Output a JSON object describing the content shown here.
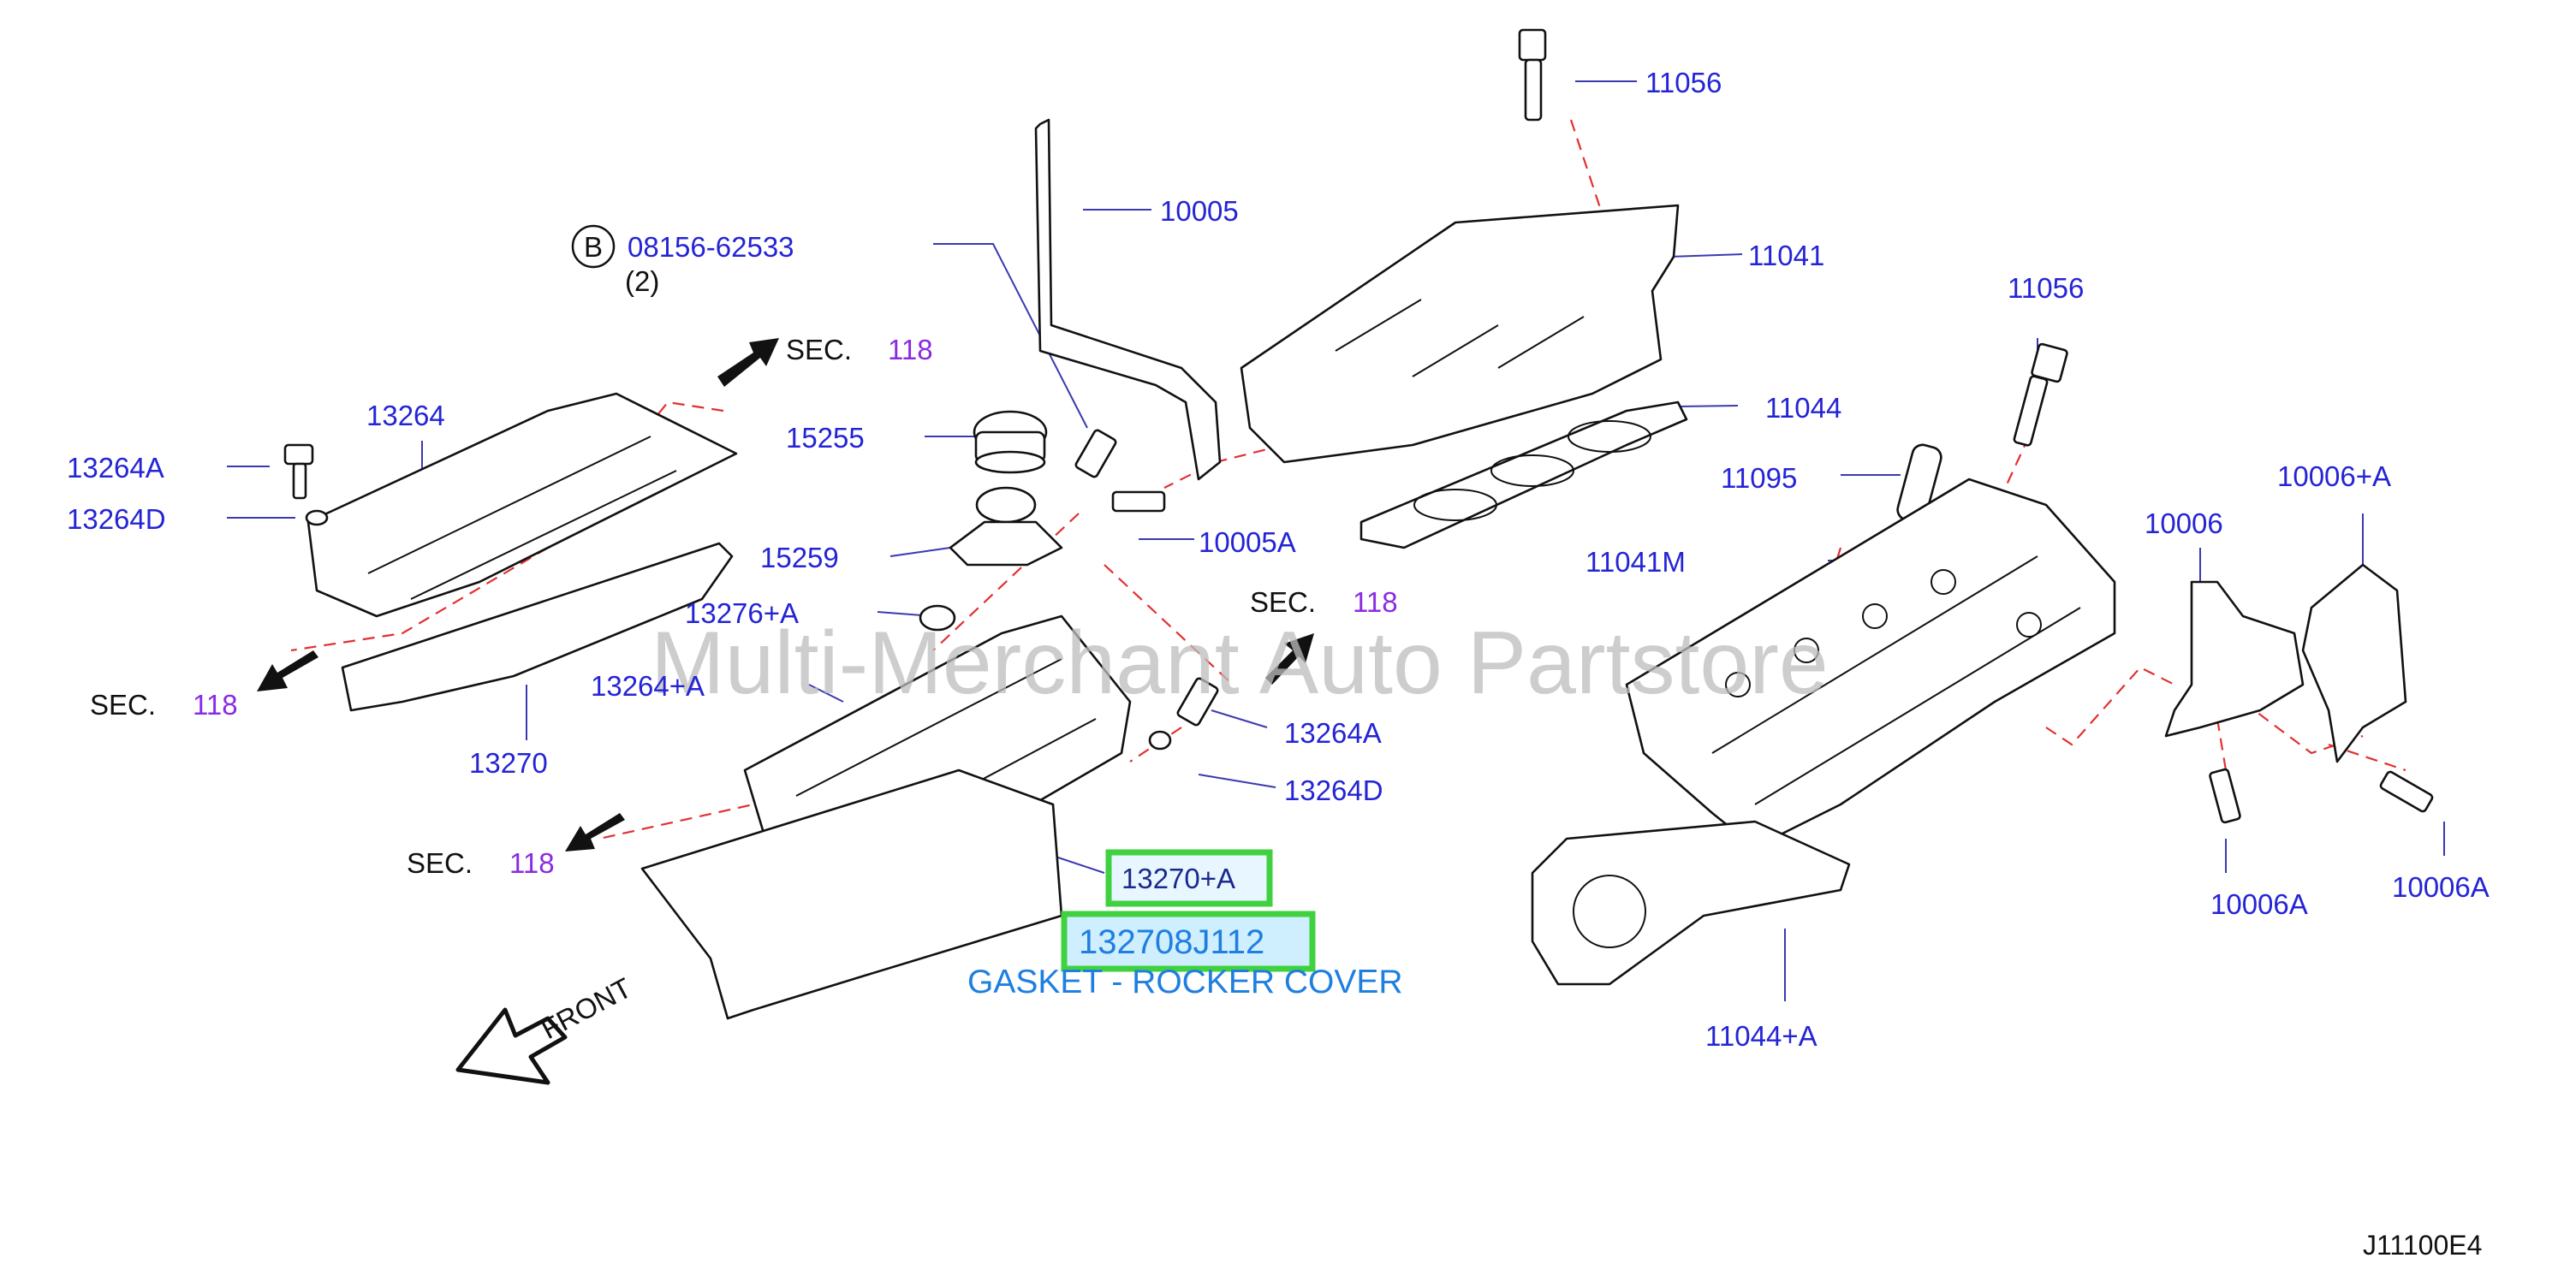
{
  "watermark": "Multi-Merchant Auto Partstore",
  "diagram_code": "J11100E4",
  "bolt_ref": {
    "circle": "B",
    "number": "08156-62533",
    "qty": "(2)"
  },
  "sections": {
    "label": "SEC.",
    "number": "118"
  },
  "front_label": "FRONT",
  "parts": {
    "p11056_top": "11056",
    "p10005": "10005",
    "p11041": "11041",
    "p11056_mid": "11056",
    "p11044": "11044",
    "p13264": "13264",
    "p13264A_l": "13264A",
    "p13264D_l": "13264D",
    "p15255": "15255",
    "p15259": "15259",
    "p10005A": "10005A",
    "p11095": "11095",
    "p11041M": "11041M",
    "p10006": "10006",
    "p10006plusA": "10006+A",
    "p13276plusA": "13276+A",
    "p13264plusA": "13264+A",
    "p13270": "13270",
    "p13264A_r": "13264A",
    "p13264D_r": "13264D",
    "p10006A_l": "10006A",
    "p10006A_r": "10006A",
    "p11044plusA": "11044+A"
  },
  "highlight": {
    "ref": "13270+A",
    "part_number": "132708J112",
    "description": "GASKET - ROCKER COVER",
    "color": "#3fd13f"
  }
}
